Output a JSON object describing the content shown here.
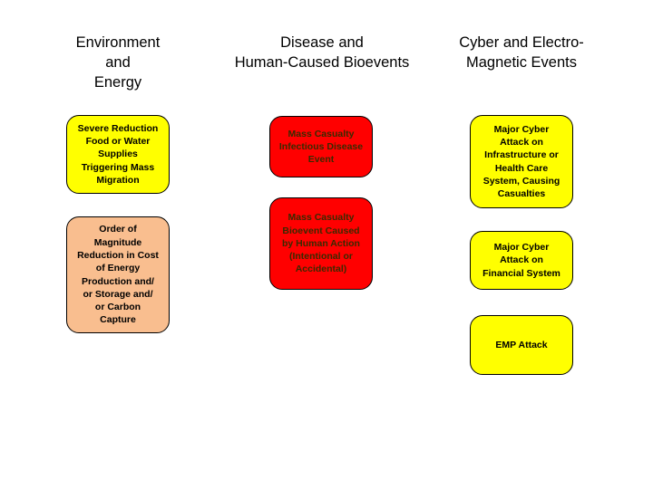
{
  "columns": [
    {
      "title": "Environment\nand\nEnergy",
      "boxes": [
        {
          "text": "Severe Reduction\nFood or Water\nSupplies\nTriggering Mass\nMigration",
          "color": "#FFFF00",
          "text_color": "#000000"
        },
        {
          "text": "Order of\nMagnitude\nReduction in Cost\nof Energy\nProduction and/\nor Storage and/\nor Carbon\nCapture",
          "color": "#F9BE8F",
          "text_color": "#000000"
        }
      ]
    },
    {
      "title": "Disease and\nHuman-Caused Bioevents",
      "boxes": [
        {
          "text": "Mass Casualty\nInfectious Disease\nEvent",
          "color": "#FF0000",
          "text_color": "#3a2a00"
        },
        {
          "text": "Mass Casualty\nBioevent Caused\nby Human Action\n(Intentional or\nAccidental)",
          "color": "#FF0000",
          "text_color": "#3a2a00"
        }
      ]
    },
    {
      "title": "Cyber and Electro-\nMagnetic Events",
      "boxes": [
        {
          "text": "Major Cyber\nAttack on\nInfrastructure or\nHealth Care\nSystem, Causing\nCasualties",
          "color": "#FFFF00",
          "text_color": "#000000"
        },
        {
          "text": "Major Cyber\nAttack on\nFinancial System",
          "color": "#FFFF00",
          "text_color": "#000000"
        },
        {
          "text": "EMP Attack",
          "color": "#FFFF00",
          "text_color": "#000000"
        }
      ]
    }
  ]
}
